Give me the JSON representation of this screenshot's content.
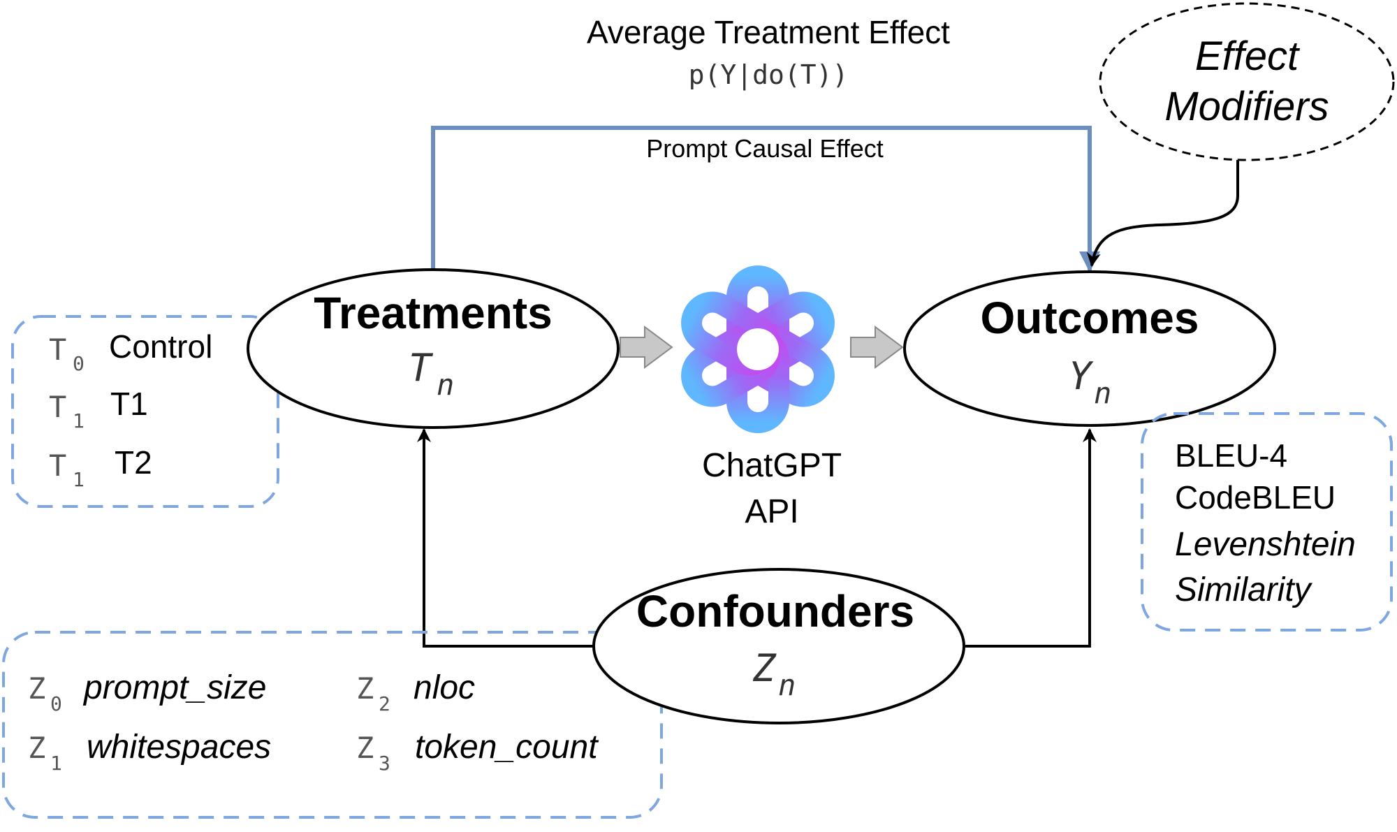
{
  "header": {
    "ate_title": "Average Treatment Effect",
    "ate_formula": "p(Y|do(T))",
    "prompt_effect": "Prompt Causal Effect"
  },
  "modifiers": {
    "line1": "Effect",
    "line2": "Modifiers"
  },
  "treatments": {
    "title": "Treatments",
    "symbol": "T",
    "sub": "n",
    "items": [
      {
        "sym": "T",
        "sub": "0",
        "label": "Control"
      },
      {
        "sym": "T",
        "sub": "1",
        "label": "T1"
      },
      {
        "sym": "T",
        "sub": "1",
        "label": "T2"
      }
    ]
  },
  "model": {
    "line1": "ChatGPT",
    "line2": "API",
    "logo": "openai-logo-icon"
  },
  "outcomes": {
    "title": "Outcomes",
    "symbol": "Y",
    "sub": "n",
    "metrics": [
      "BLEU-4",
      "CodeBLEU",
      "Levenshtein",
      "Similarity"
    ]
  },
  "confounders": {
    "title": "Confounders",
    "symbol": "Z",
    "sub": "n",
    "items": [
      {
        "sym": "Z",
        "sub": "0",
        "label": "prompt_size"
      },
      {
        "sym": "Z",
        "sub": "1",
        "label": "whitespaces"
      },
      {
        "sym": "Z",
        "sub": "2",
        "label": "nloc"
      },
      {
        "sym": "Z",
        "sub": "3",
        "label": "token_count"
      }
    ]
  },
  "colors": {
    "blue_path": "#6c8ebf",
    "dash_box": "#7ea6e0",
    "gray_arrow": "#c8c8c8",
    "mono_text": "#555555"
  }
}
